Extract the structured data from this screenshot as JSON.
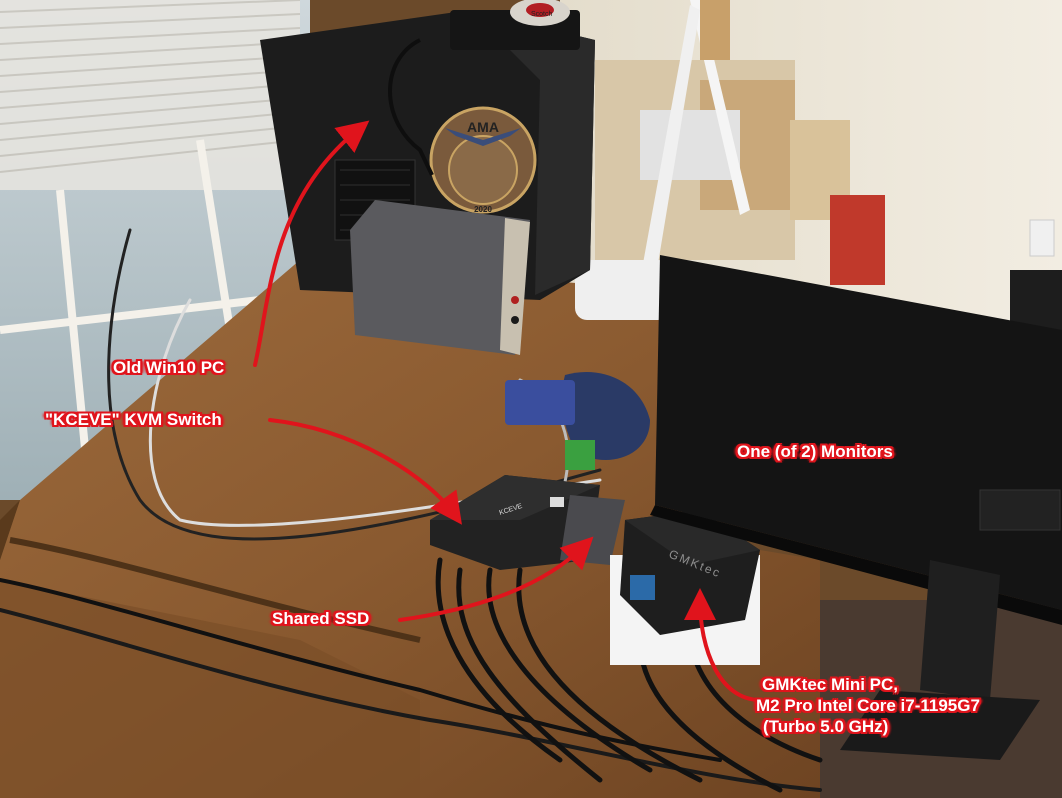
{
  "annotations": {
    "old_pc": "Old Win10 PC",
    "kvm_switch": "\"KCEVE\" KVM Switch",
    "monitor": "One (of 2) Monitors",
    "shared_ssd": "Shared SSD",
    "mini_pc_line1": "GMKtec Mini PC,",
    "mini_pc_line2": "M2 Pro Intel Core i7-1195G7",
    "mini_pc_line3": "(Turbo 5.0 GHz)"
  },
  "photo_text": {
    "ama_sticker_top": "AMA",
    "ama_sticker_year": "2020",
    "kvm_brand": "KCEVE",
    "mini_pc_brand": "GMKtec",
    "tape_brand": "Scotch"
  },
  "colors": {
    "annotation_red": "#e0141c",
    "annotation_text": "#ffffff",
    "desk_wood": "#8a5a30",
    "wall": "#ece6d8"
  }
}
